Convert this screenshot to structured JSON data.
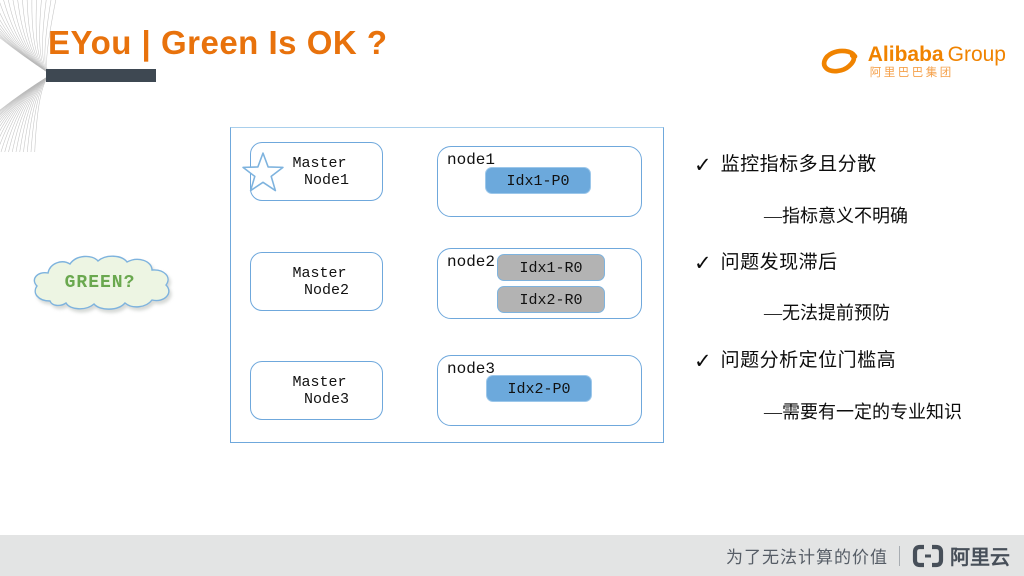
{
  "slide": {
    "title": "EYou | Green Is OK ?",
    "cloud_label": "GREEN?"
  },
  "brand": {
    "name": "Alibaba",
    "suffix": "Group",
    "name_cn": "阿里巴巴集团"
  },
  "diagram": {
    "master_nodes": [
      {
        "line1": "Master",
        "line2": "Node1"
      },
      {
        "line1": "Master",
        "line2": "Node2"
      },
      {
        "line1": "Master",
        "line2": "Node3"
      }
    ],
    "data_nodes": [
      {
        "label": "node1",
        "shards": [
          {
            "text": "Idx1-P0",
            "type": "primary"
          }
        ]
      },
      {
        "label": "node2",
        "shards": [
          {
            "text": "Idx1-R0",
            "type": "replica"
          },
          {
            "text": "Idx2-R0",
            "type": "replica"
          }
        ]
      },
      {
        "label": "node3",
        "shards": [
          {
            "text": "Idx2-P0",
            "type": "primary"
          }
        ]
      }
    ]
  },
  "bullets": [
    {
      "check": "✓",
      "text": "监控指标多且分散",
      "sub": "—指标意义不明确"
    },
    {
      "check": "✓",
      "text": "问题发现滞后",
      "sub": "—无法提前预防"
    },
    {
      "check": "✓",
      "text": "问题分析定位门槛高",
      "sub": "—需要有一定的专业知识"
    }
  ],
  "footer": {
    "slogan": "为了无法计算的价值",
    "brand_cn": "阿里云"
  },
  "colors": {
    "title_orange": "#E8720C",
    "logo_orange": "#F08300",
    "bar_dark": "#3E4852",
    "node_border_blue": "#6FA8DC",
    "shard_primary_blue": "#6CA9DC",
    "shard_replica_gray": "#B3B3B3",
    "cloud_fill": "#EDF5E3",
    "cloud_text_green": "#6AA84F",
    "footer_text": "#565D66",
    "footer_bg": "#E3E4E4"
  }
}
